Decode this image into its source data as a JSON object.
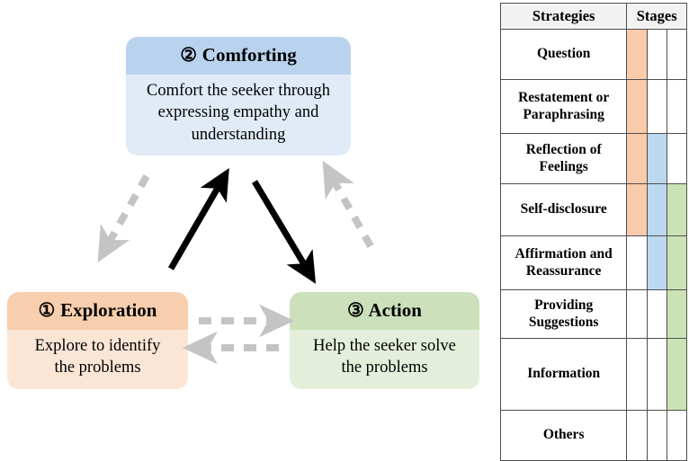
{
  "diagram": {
    "boxes": [
      {
        "id": "exploration",
        "marker": "①",
        "title": "Exploration",
        "description": "Explore to identify\nthe problems",
        "desc_line1": "Explore to identify",
        "desc_line2": "the problems",
        "header_color": "#f8cfae",
        "body_color": "#fbe6d6"
      },
      {
        "id": "comforting",
        "marker": "②",
        "title": "Comforting",
        "description": "Comfort the seeker through expressing empathy and understanding",
        "desc_line1": "Comfort the seeker through",
        "desc_line2": "expressing empathy and",
        "desc_line3": "understanding",
        "header_color": "#b9d3ee",
        "body_color": "#e1ebf7"
      },
      {
        "id": "action",
        "marker": "③",
        "title": "Action",
        "description": "Help the seeker solve the problems",
        "desc_line1": "Help the seeker solve",
        "desc_line2": "the problems",
        "header_color": "#cbe0bb",
        "body_color": "#e4efdb"
      }
    ],
    "arrows": [
      {
        "name": "exploration-to-comforting",
        "style": "solid",
        "color": "#000000"
      },
      {
        "name": "comforting-to-action",
        "style": "solid",
        "color": "#000000"
      },
      {
        "name": "comforting-to-exploration",
        "style": "dashed",
        "color": "#c4c4c4"
      },
      {
        "name": "action-to-comforting",
        "style": "dashed",
        "color": "#c4c4c4"
      },
      {
        "name": "exploration-to-action",
        "style": "dashed",
        "color": "#c4c4c4"
      },
      {
        "name": "action-to-exploration",
        "style": "dashed",
        "color": "#c4c4c4"
      }
    ]
  },
  "table": {
    "headers": {
      "strategies": "Strategies",
      "stages": "Stages"
    },
    "stage_colors": {
      "exploration": "#f9cbab",
      "comforting": "#bcd8ef",
      "action": "#cbe3b4",
      "empty": "#ffffff"
    },
    "rows": [
      {
        "strategy": "Question",
        "line1": "Question",
        "stages": [
          true,
          false,
          false
        ]
      },
      {
        "strategy": "Restatement or Paraphrasing",
        "line1": "Restatement or",
        "line2": "Paraphrasing",
        "stages": [
          true,
          false,
          false
        ]
      },
      {
        "strategy": "Reflection of Feelings",
        "line1": "Reflection of",
        "line2": "Feelings",
        "stages": [
          true,
          true,
          false
        ]
      },
      {
        "strategy": "Self-disclosure",
        "line1": "Self-disclosure",
        "stages": [
          true,
          true,
          true
        ]
      },
      {
        "strategy": "Affirmation and Reassurance",
        "line1": "Affirmation and",
        "line2": "Reassurance",
        "stages": [
          false,
          true,
          true
        ]
      },
      {
        "strategy": "Providing Suggestions",
        "line1": "Providing",
        "line2": "Suggestions",
        "stages": [
          false,
          false,
          true
        ]
      },
      {
        "strategy": "Information",
        "line1": "Information",
        "stages": [
          false,
          false,
          true
        ]
      },
      {
        "strategy": "Others",
        "line1": "Others",
        "stages": [
          false,
          false,
          false
        ]
      }
    ]
  }
}
